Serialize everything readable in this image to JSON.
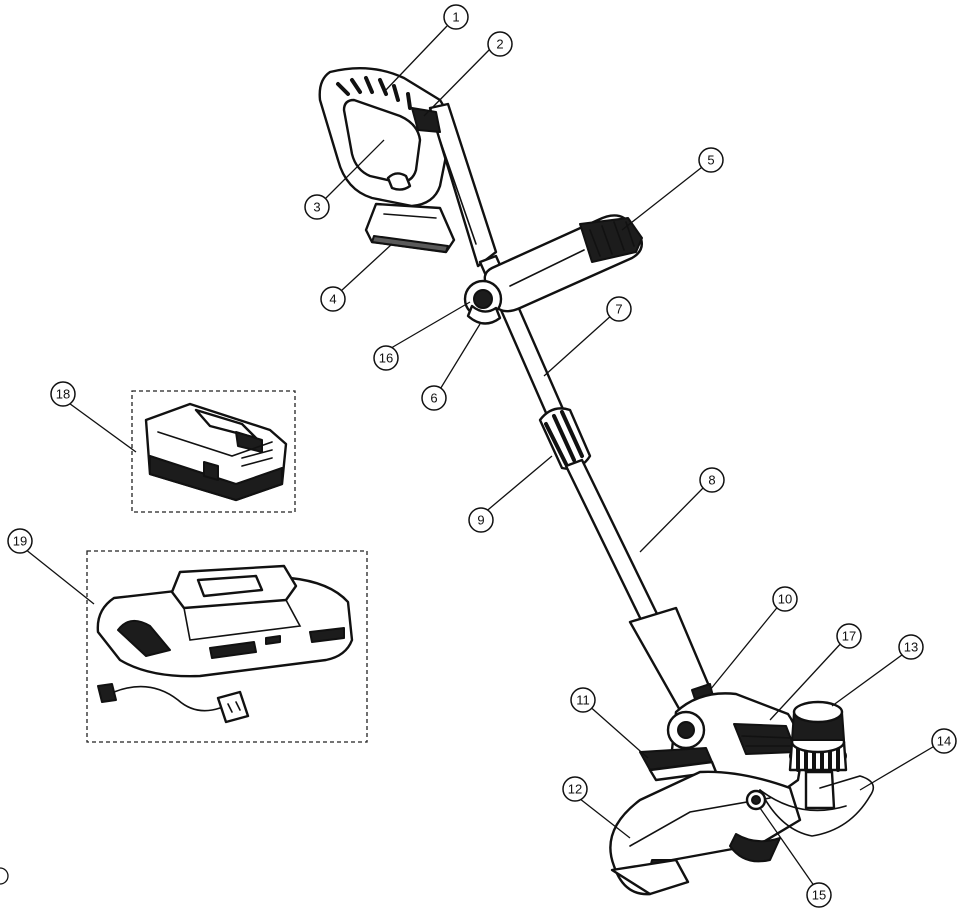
{
  "diagram": {
    "callouts": [
      {
        "id": "1",
        "label": "1"
      },
      {
        "id": "2",
        "label": "2"
      },
      {
        "id": "3",
        "label": "3"
      },
      {
        "id": "4",
        "label": "4"
      },
      {
        "id": "5",
        "label": "5"
      },
      {
        "id": "6",
        "label": "6"
      },
      {
        "id": "7",
        "label": "7"
      },
      {
        "id": "8",
        "label": "8"
      },
      {
        "id": "9",
        "label": "9"
      },
      {
        "id": "10",
        "label": "10"
      },
      {
        "id": "11",
        "label": "11"
      },
      {
        "id": "12",
        "label": "12"
      },
      {
        "id": "13",
        "label": "13"
      },
      {
        "id": "14",
        "label": "14"
      },
      {
        "id": "15",
        "label": "15"
      },
      {
        "id": "16",
        "label": "16"
      },
      {
        "id": "17",
        "label": "17"
      },
      {
        "id": "18",
        "label": "18"
      },
      {
        "id": "19",
        "label": "19"
      }
    ],
    "parts": [
      "rear-handle",
      "switch-trigger",
      "lock-off-button",
      "battery-mount",
      "front-handle",
      "handle-adjust-knob",
      "upper-shaft",
      "lower-shaft",
      "shaft-collar",
      "head-release",
      "edge-guide",
      "guard",
      "spool-head",
      "cord-guide",
      "cord-hole",
      "pivot-knob",
      "motor-housing",
      "battery-pack",
      "charger"
    ]
  },
  "colors": {
    "line": "#111111",
    "background": "#ffffff"
  }
}
